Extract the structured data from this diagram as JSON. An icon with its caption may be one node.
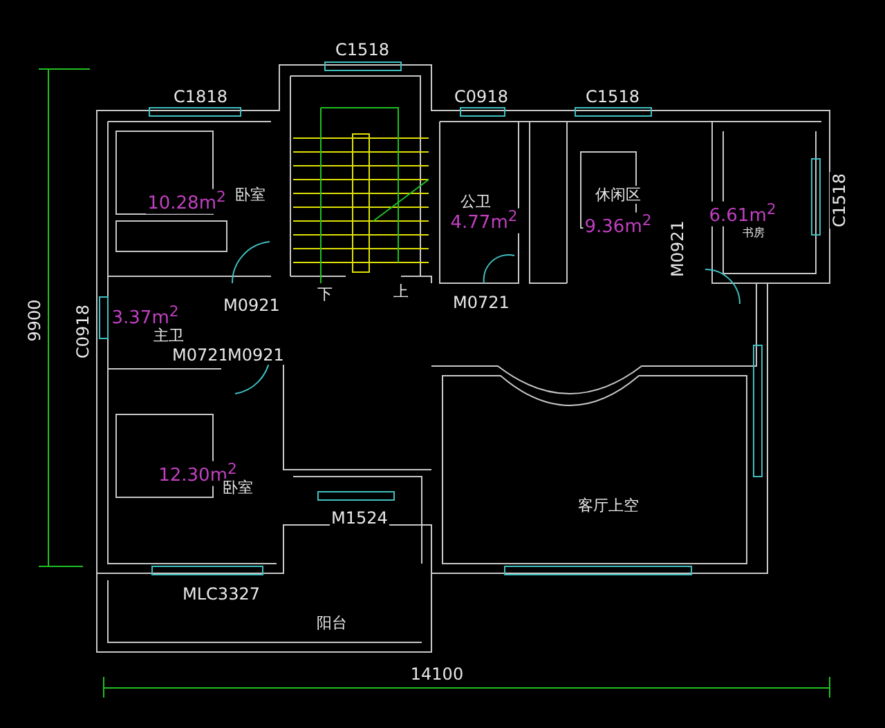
{
  "diagram": {
    "labels": [
      "C1518",
      "C1818",
      "C0918",
      "C1518",
      "10.28m$^{2}$",
      "卧室",
      "公卫",
      "4.77m$^{2}$",
      "休闲区",
      "9.36m$^{2}$",
      "M0921",
      "6.61m$^{2}$",
      "书房",
      "C1518",
      "下",
      "上",
      "M0921",
      "M0721",
      "9900",
      "C0918",
      "3.37m$^{2}$",
      "主卫",
      "M0721",
      "M0921",
      "12.30m$^{2}$",
      "卧室",
      "M1524",
      "客厅上空",
      "MLC3327",
      "阳台",
      "14100"
    ]
  }
}
